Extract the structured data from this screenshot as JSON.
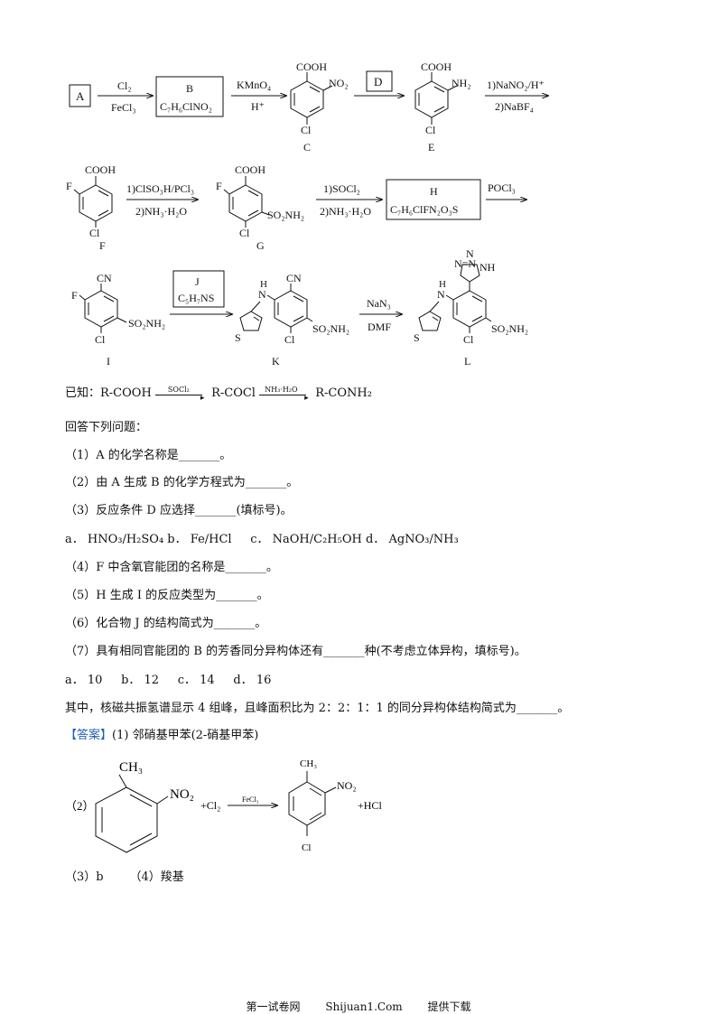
{
  "scheme": {
    "row1": {
      "A": "A",
      "reagent_a_b_top": "Cl₂",
      "reagent_a_b_bottom": "FeCl₃",
      "B_label": "B",
      "B_formula": "C₇H₆ClNO₂",
      "reagent_b_c_top": "KMnO₄",
      "reagent_b_c_bottom": "H⁺",
      "C_sub_top": "COOH",
      "C_sub_side": "NO₂",
      "C_sub_bottom": "Cl",
      "C_label": "C",
      "D_label": "D",
      "E_sub_top": "COOH",
      "E_sub_side": "NH₂",
      "E_sub_bottom": "Cl",
      "E_label": "E",
      "reagent_e_f_top": "1)NaNO₂/H⁺",
      "reagent_e_f_bottom": "2)NaBF₄"
    },
    "row2": {
      "F_sub_top": "COOH",
      "F_sub_left": "F",
      "F_sub_bottom": "Cl",
      "F_label": "F",
      "reagent_f_g_top": "1)ClSO₃H/PCl₃",
      "reagent_f_g_bottom": "2)NH₃·H₂O",
      "G_sub_top": "COOH",
      "G_sub_left": "F",
      "G_sub_side": "SO₂NH₂",
      "G_sub_bottom": "Cl",
      "G_label": "G",
      "reagent_g_h_top": "1)SOCl₂",
      "reagent_g_h_bottom": "2)NH₃·H₂O",
      "H_label": "H",
      "H_formula": "C₇H₆ClFN₂O₃S",
      "reagent_h_i": "POCl₃"
    },
    "row3": {
      "I_sub_top": "CN",
      "I_sub_left": "F",
      "I_sub_side": "SO₂NH₂",
      "I_sub_bottom": "Cl",
      "I_label": "I",
      "J_label": "J",
      "J_formula": "C₅H₇NS",
      "K_sub_top": "CN",
      "K_sub_n": "H",
      "K_sub_n2": "N",
      "K_sub_s": "S",
      "K_sub_side": "SO₂NH₂",
      "K_sub_bottom": "Cl",
      "K_label": "K",
      "reagent_k_l_top": "NaN₃",
      "reagent_k_l_bottom": "DMF",
      "L_tz1": "N=N",
      "L_tz2": "NH",
      "L_tz3": "N",
      "L_sub_n": "H",
      "L_sub_n2": "N",
      "L_sub_s": "S",
      "L_sub_side": "SO₂NH₂",
      "L_sub_bottom": "Cl",
      "L_label": "L"
    }
  },
  "known": {
    "prefix": "已知：R-COOH",
    "reagent1": "SOCl₂",
    "middle": "R-COCl",
    "reagent2": "NH₃·H₂O",
    "suffix": "R-CONH₂"
  },
  "questions": {
    "intro": "回答下列问题：",
    "q1": "（1）A 的化学名称是_______。",
    "q2": "（2）由 A 生成 B 的化学方程式为_______。",
    "q3": "（3）反应条件 D 应选择_______(填标号)。",
    "q3_options": "a． HNO₃/H₂SO₄ b． Fe/HCl     c． NaOH/C₂H₅OH d． AgNO₃/NH₃",
    "q4": "（4）F 中含氧官能团的名称是_______。",
    "q5": "（5）H 生成 I 的反应类型为_______。",
    "q6": "（6）化合物 J 的结构简式为_______。",
    "q7": "（7）具有相同官能团的 B 的芳香同分异构体还有_______种(不考虑立体异构，填标号)。",
    "q7_options": "a． 10     b． 12     c． 14     d． 16",
    "q7_extra": "其中，核磁共振氢谱显示 4 组峰，且峰面积比为 2：2：1：1 的同分异构体结构简式为_______。"
  },
  "answer": {
    "tag": "【答案】",
    "a1": "(1) 邻硝基甲苯(2-硝基甲苯)",
    "a2_label": "（2）",
    "a2_ch3": "CH₃",
    "a2_no2": "NO₂",
    "a2_plus_cl2": "+Cl₂",
    "a2_cond": "FeCl₃",
    "a2_p_ch3": "CH₃",
    "a2_p_no2": "NO₂",
    "a2_p_cl": "Cl",
    "a2_hcl": "+HCl",
    "a3": "（3）b       （4）羧基"
  },
  "footer": {
    "site_cn": "第一试卷网",
    "site_en": "Shijuan1.Com",
    "provide": "提供下载"
  }
}
